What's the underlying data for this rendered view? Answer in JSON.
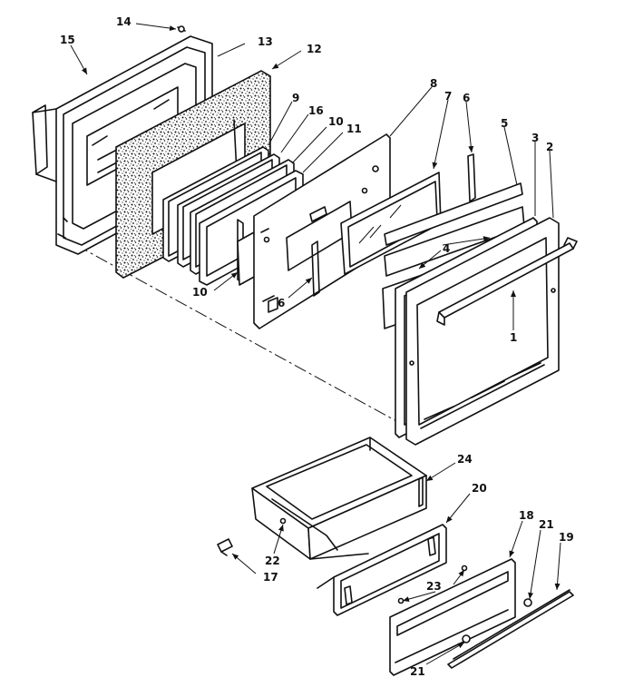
{
  "diagram": {
    "callouts": {
      "c1": "1",
      "c2": "2",
      "c3": "3",
      "c4": "4",
      "c5": "5",
      "c6a": "6",
      "c6b": "6",
      "c7": "7",
      "c8": "8",
      "c9": "9",
      "c10a": "10",
      "c10b": "10",
      "c11": "11",
      "c12": "12",
      "c13": "13",
      "c14": "14",
      "c15": "15",
      "c16": "16",
      "c17": "17",
      "c18": "18",
      "c19": "19",
      "c20": "20",
      "c21a": "21",
      "c21b": "21",
      "c22": "22",
      "c23": "23",
      "c24": "24"
    }
  }
}
